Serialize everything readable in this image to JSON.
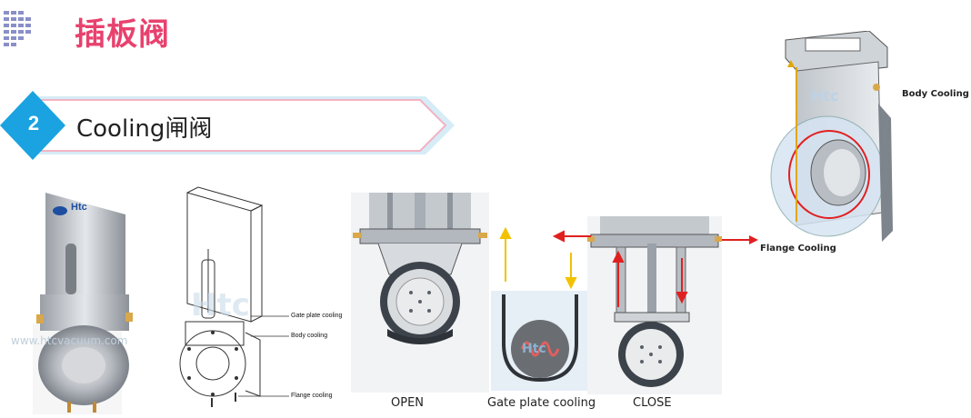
{
  "header": {
    "title": "插板阀"
  },
  "section": {
    "number": "2",
    "title": "Cooling闸阀"
  },
  "photo": {
    "brand_label": "Htc",
    "watermark_url": "www.htcvacuum.com"
  },
  "drawing": {
    "labels": [
      "Gate plate cooling",
      "Body cooling",
      "Flange cooling"
    ],
    "watermark": "Htc"
  },
  "diagram_open": {
    "caption": "OPEN"
  },
  "diagram_plate": {
    "caption": "Gate plate cooling"
  },
  "diagram_close": {
    "caption": "CLOSE"
  },
  "render": {
    "watermark": "Htc",
    "callouts": [
      "Body Cooling",
      "Flange Cooling"
    ]
  },
  "colors": {
    "title": "#e8416e",
    "accent_blue": "#1aa3e0",
    "arrow_red": "#e02020",
    "arrow_yellow": "#f2c200"
  }
}
